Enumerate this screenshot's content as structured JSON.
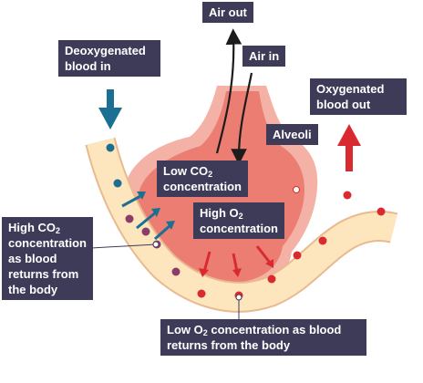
{
  "labels": {
    "air_out": "Air out",
    "air_in": "Air in",
    "deoxygenated_blood_in": "Deoxygenated blood in",
    "oxygenated_blood_out": "Oxygenated blood out",
    "alveoli": "Alveoli",
    "low_co2_pre": "Low CO",
    "low_co2_sub": "2",
    "low_co2_post": "concentration",
    "high_o2_pre": "High O",
    "high_o2_sub": "2",
    "high_o2_post": "concentration",
    "high_co2_pre": "High CO",
    "high_co2_sub": "2",
    "high_co2_post": "concentration as blood returns from the body",
    "low_o2_pre": "Low O",
    "low_o2_sub": "2",
    "low_o2_post": "concentration as blood returns from the body"
  },
  "colors": {
    "label_bg": "#3d3b58",
    "alveolus_outer": "#f4b1a5",
    "alveolus_inner": "#ec7d72",
    "capillary": "#fde6bd",
    "deoxygenated_cell": "#1c6f8f",
    "mixed_cell": "#8a3e67",
    "oxygenated_cell": "#d92b2f",
    "co2_arrow": "#1a6f92",
    "o2_arrow": "#d92b2f",
    "air_arrow": "#1c1c1c"
  }
}
